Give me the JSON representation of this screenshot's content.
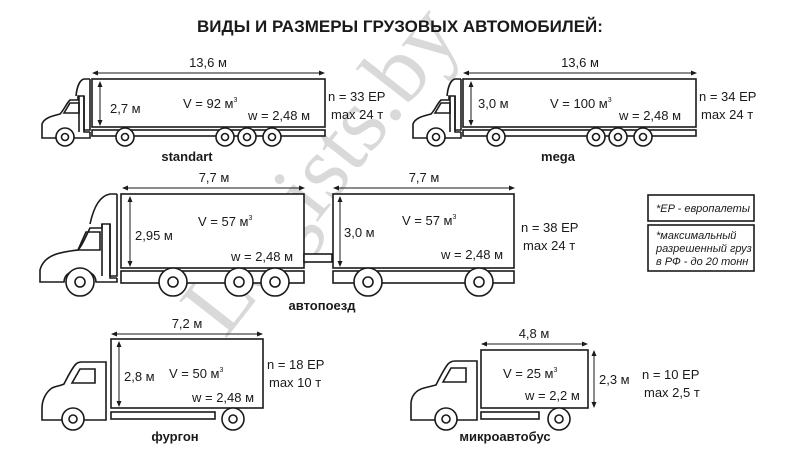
{
  "title": "ВИДЫ И РАЗМЕРЫ ГРУЗОВЫХ АВТОМОБИЛЕЙ:",
  "watermark": "Logists.by",
  "vehicles": {
    "standart": {
      "name": "standart",
      "length": "13,6 м",
      "height": "2,7 м",
      "volume": "V = 92 м",
      "volume_sup": "3",
      "width": "w = 2,48 м",
      "pallets": "n = 33 EP",
      "max_load": "max 24 т"
    },
    "mega": {
      "name": "mega",
      "length": "13,6 м",
      "height": "3,0 м",
      "volume": "V = 100 м",
      "volume_sup": "3",
      "width": "w = 2,48 м",
      "pallets": "n = 34 EP",
      "max_load": "max 24 т"
    },
    "autotrain": {
      "name": "автопоезд",
      "truck": {
        "length": "7,7 м",
        "height": "2,95 м",
        "volume": "V = 57 м",
        "volume_sup": "3",
        "width": "w = 2,48 м"
      },
      "trailer": {
        "length": "7,7 м",
        "height": "3,0 м",
        "volume": "V = 57 м",
        "volume_sup": "3",
        "width": "w = 2,48 м"
      },
      "pallets": "n = 38 EP",
      "max_load": "max 24 т"
    },
    "furgon": {
      "name": "фургон",
      "length": "7,2 м",
      "height": "2,8 м",
      "volume": "V = 50 м",
      "volume_sup": "3",
      "width": "w = 2,48 м",
      "pallets": "n = 18 EP",
      "max_load": "max 10 т"
    },
    "microbus": {
      "name": "микроавтобус",
      "length": "4,8 м",
      "height": "2,3 м",
      "volume": "V = 25 м",
      "volume_sup": "3",
      "width": "w = 2,2 м",
      "pallets": "n = 10 EP",
      "max_load": "max 2,5 т"
    }
  },
  "notes": {
    "ep": "*EP - европалеты",
    "max_line1": "*максимальный",
    "max_line2": "разрешенный груз",
    "max_line3": "в РФ - до 20 тонн"
  },
  "colors": {
    "line": "#1a1a1a",
    "watermark": "#d9d9d9",
    "background": "#ffffff"
  }
}
